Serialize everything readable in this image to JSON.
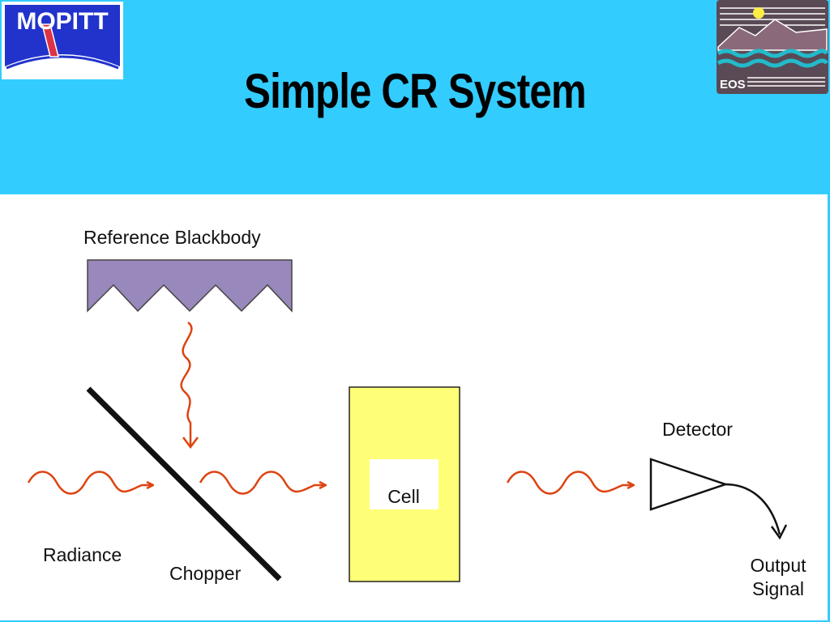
{
  "title": "Simple CR System",
  "logos": {
    "left_text": "MOPITT",
    "right_text": "EOS"
  },
  "labels": {
    "reference_blackbody": "Reference  Blackbody",
    "cell": "Cell",
    "detector": "Detector",
    "radiance": "Radiance",
    "chopper": "Chopper",
    "output_line1": "Output",
    "output_line2": "Signal"
  },
  "colors": {
    "header": "#33ccff",
    "blackbody": "#9988bb",
    "cell": "#ffff77",
    "wave": "#dd4411"
  }
}
